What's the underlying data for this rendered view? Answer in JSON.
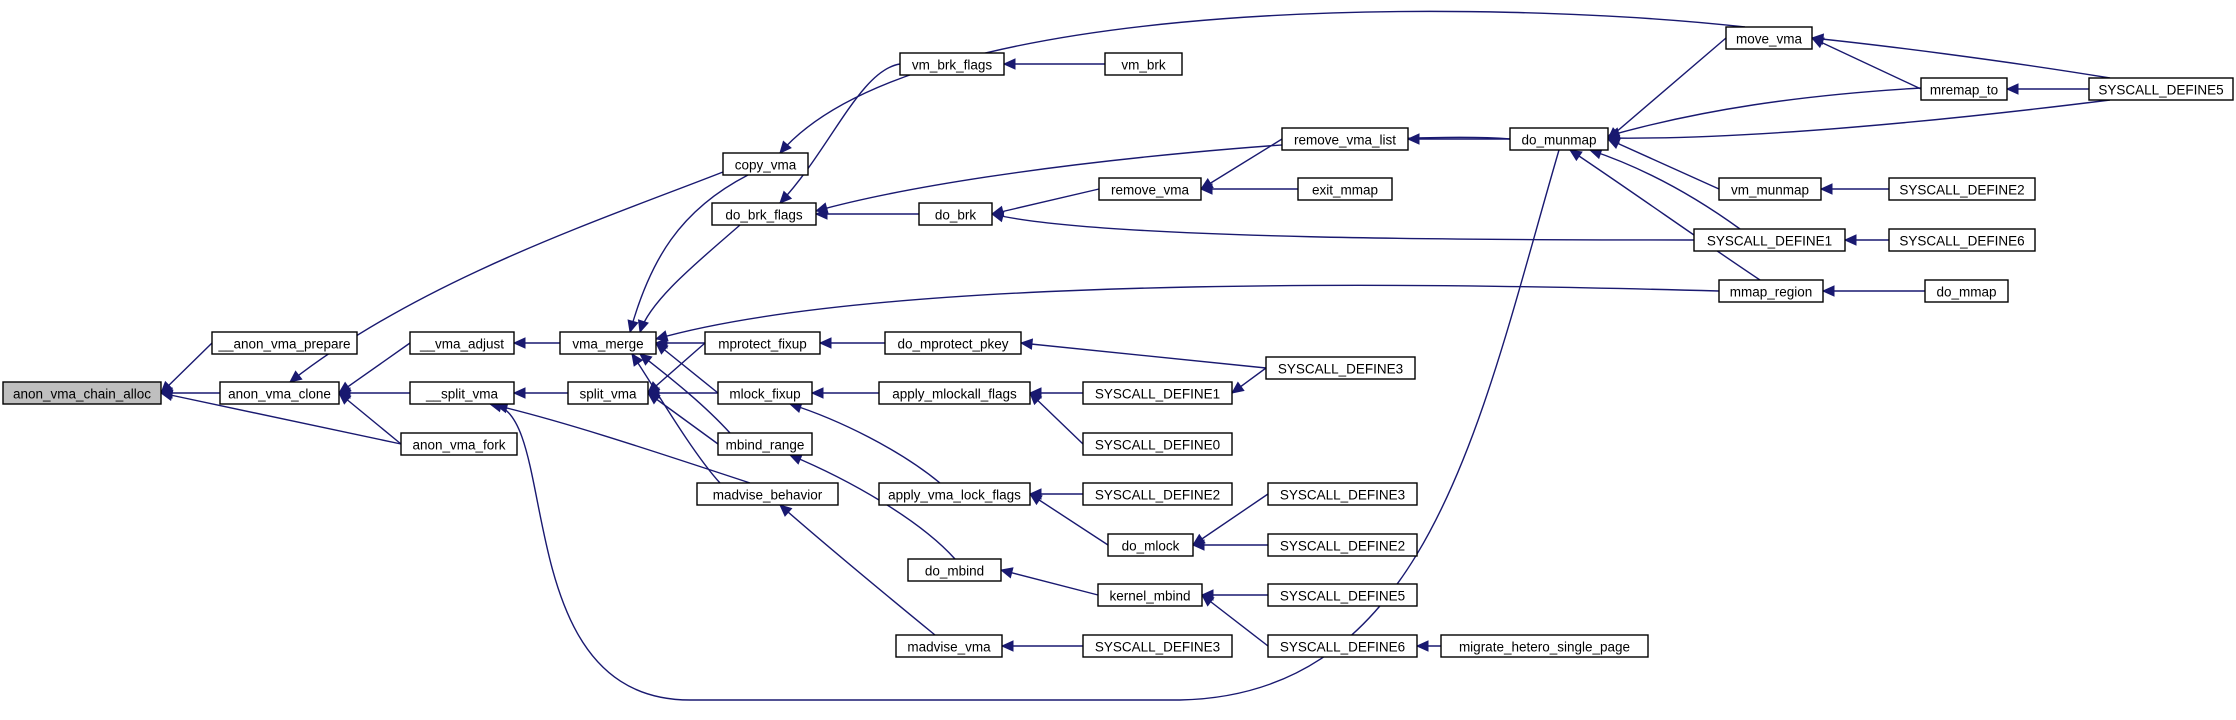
{
  "diagram": {
    "nodes": [
      {
        "id": "anon_vma_chain_alloc",
        "label": "anon_vma_chain_alloc",
        "root": true
      },
      {
        "id": "__anon_vma_prepare",
        "label": "__anon_vma_prepare"
      },
      {
        "id": "anon_vma_clone",
        "label": "anon_vma_clone"
      },
      {
        "id": "anon_vma_fork",
        "label": "anon_vma_fork"
      },
      {
        "id": "copy_vma",
        "label": "copy_vma"
      },
      {
        "id": "__vma_adjust",
        "label": "__vma_adjust"
      },
      {
        "id": "__split_vma",
        "label": "__split_vma"
      },
      {
        "id": "vma_merge",
        "label": "vma_merge"
      },
      {
        "id": "split_vma",
        "label": "split_vma"
      },
      {
        "id": "madvise_behavior",
        "label": "madvise_behavior"
      },
      {
        "id": "do_brk_flags",
        "label": "do_brk_flags"
      },
      {
        "id": "vm_brk_flags",
        "label": "vm_brk_flags"
      },
      {
        "id": "mprotect_fixup",
        "label": "mprotect_fixup"
      },
      {
        "id": "mlock_fixup",
        "label": "mlock_fixup"
      },
      {
        "id": "mbind_range",
        "label": "mbind_range"
      },
      {
        "id": "vm_brk",
        "label": "vm_brk"
      },
      {
        "id": "do_brk",
        "label": "do_brk"
      },
      {
        "id": "do_mprotect_pkey",
        "label": "do_mprotect_pkey"
      },
      {
        "id": "apply_mlockall_flags",
        "label": "apply_mlockall_flags"
      },
      {
        "id": "apply_vma_lock_flags",
        "label": "apply_vma_lock_flags"
      },
      {
        "id": "do_mbind",
        "label": "do_mbind"
      },
      {
        "id": "madvise_vma",
        "label": "madvise_vma"
      },
      {
        "id": "remove_vma",
        "label": "remove_vma"
      },
      {
        "id": "do_mlock",
        "label": "do_mlock"
      },
      {
        "id": "kernel_mbind",
        "label": "kernel_mbind"
      },
      {
        "id": "remove_vma_list",
        "label": "remove_vma_list"
      },
      {
        "id": "exit_mmap",
        "label": "exit_mmap"
      },
      {
        "id": "SYSCALL_DEFINE1_a",
        "label": "SYSCALL_DEFINE1"
      },
      {
        "id": "SYSCALL_DEFINE0",
        "label": "SYSCALL_DEFINE0"
      },
      {
        "id": "SYSCALL_DEFINE2_a",
        "label": "SYSCALL_DEFINE2"
      },
      {
        "id": "SYSCALL_DEFINE3_a",
        "label": "SYSCALL_DEFINE3"
      },
      {
        "id": "SYSCALL_DEFINE3_b",
        "label": "SYSCALL_DEFINE3"
      },
      {
        "id": "SYSCALL_DEFINE2_b",
        "label": "SYSCALL_DEFINE2"
      },
      {
        "id": "SYSCALL_DEFINE5_a",
        "label": "SYSCALL_DEFINE5"
      },
      {
        "id": "SYSCALL_DEFINE6_a",
        "label": "SYSCALL_DEFINE6"
      },
      {
        "id": "SYSCALL_DEFINE3_c",
        "label": "SYSCALL_DEFINE3"
      },
      {
        "id": "do_munmap",
        "label": "do_munmap"
      },
      {
        "id": "move_vma",
        "label": "move_vma"
      },
      {
        "id": "mremap_to",
        "label": "mremap_to"
      },
      {
        "id": "vm_munmap",
        "label": "vm_munmap"
      },
      {
        "id": "SYSCALL_DEFINE1_b",
        "label": "SYSCALL_DEFINE1"
      },
      {
        "id": "mmap_region",
        "label": "mmap_region"
      },
      {
        "id": "migrate_hetero_single_page",
        "label": "migrate_hetero_single_page"
      },
      {
        "id": "SYSCALL_DEFINE5_b",
        "label": "SYSCALL_DEFINE5"
      },
      {
        "id": "SYSCALL_DEFINE2_c",
        "label": "SYSCALL_DEFINE2"
      },
      {
        "id": "SYSCALL_DEFINE6_b",
        "label": "SYSCALL_DEFINE6"
      },
      {
        "id": "do_mmap",
        "label": "do_mmap"
      }
    ],
    "edges": [
      [
        "__anon_vma_prepare",
        "anon_vma_chain_alloc"
      ],
      [
        "anon_vma_clone",
        "anon_vma_chain_alloc"
      ],
      [
        "anon_vma_fork",
        "anon_vma_chain_alloc"
      ],
      [
        "copy_vma",
        "anon_vma_clone"
      ],
      [
        "__vma_adjust",
        "anon_vma_clone"
      ],
      [
        "__split_vma",
        "anon_vma_clone"
      ],
      [
        "anon_vma_fork",
        "anon_vma_clone"
      ],
      [
        "vma_merge",
        "__vma_adjust"
      ],
      [
        "split_vma",
        "__split_vma"
      ],
      [
        "madvise_behavior",
        "__split_vma"
      ],
      [
        "do_munmap",
        "__split_vma"
      ],
      [
        "move_vma",
        "copy_vma"
      ],
      [
        "copy_vma",
        "vma_merge"
      ],
      [
        "do_brk_flags",
        "vma_merge"
      ],
      [
        "mprotect_fixup",
        "vma_merge"
      ],
      [
        "mlock_fixup",
        "vma_merge"
      ],
      [
        "mbind_range",
        "vma_merge"
      ],
      [
        "madvise_behavior",
        "vma_merge"
      ],
      [
        "mmap_region",
        "vma_merge"
      ],
      [
        "mprotect_fixup",
        "split_vma"
      ],
      [
        "mlock_fixup",
        "split_vma"
      ],
      [
        "mbind_range",
        "split_vma"
      ],
      [
        "vm_brk_flags",
        "do_brk_flags"
      ],
      [
        "do_brk",
        "do_brk_flags"
      ],
      [
        "vm_brk",
        "vm_brk_flags"
      ],
      [
        "do_munmap",
        "do_brk_flags"
      ],
      [
        "do_mprotect_pkey",
        "mprotect_fixup"
      ],
      [
        "apply_mlockall_flags",
        "mlock_fixup"
      ],
      [
        "apply_vma_lock_flags",
        "mlock_fixup"
      ],
      [
        "do_mbind",
        "mbind_range"
      ],
      [
        "madvise_vma",
        "madvise_behavior"
      ],
      [
        "remove_vma",
        "do_brk"
      ],
      [
        "SYSCALL_DEFINE1_b",
        "do_brk"
      ],
      [
        "SYSCALL_DEFINE3_c",
        "do_mprotect_pkey"
      ],
      [
        "SYSCALL_DEFINE1_a",
        "apply_mlockall_flags"
      ],
      [
        "SYSCALL_DEFINE0",
        "apply_mlockall_flags"
      ],
      [
        "SYSCALL_DEFINE2_a",
        "apply_vma_lock_flags"
      ],
      [
        "do_mlock",
        "apply_vma_lock_flags"
      ],
      [
        "kernel_mbind",
        "do_mbind"
      ],
      [
        "SYSCALL_DEFINE3_b",
        "madvise_vma"
      ],
      [
        "remove_vma_list",
        "remove_vma"
      ],
      [
        "exit_mmap",
        "remove_vma"
      ],
      [
        "SYSCALL_DEFINE3_a",
        "do_mlock"
      ],
      [
        "SYSCALL_DEFINE2_b",
        "do_mlock"
      ],
      [
        "SYSCALL_DEFINE5_a",
        "kernel_mbind"
      ],
      [
        "SYSCALL_DEFINE6_a",
        "kernel_mbind"
      ],
      [
        "do_munmap",
        "remove_vma_list"
      ],
      [
        "SYSCALL_DEFINE3_c",
        "SYSCALL_DEFINE1_a"
      ],
      [
        "migrate_hetero_single_page",
        "SYSCALL_DEFINE6_a"
      ],
      [
        "move_vma",
        "do_munmap"
      ],
      [
        "mremap_to",
        "do_munmap"
      ],
      [
        "SYSCALL_DEFINE5_b",
        "do_munmap"
      ],
      [
        "vm_munmap",
        "do_munmap"
      ],
      [
        "SYSCALL_DEFINE1_b",
        "do_munmap"
      ],
      [
        "mmap_region",
        "do_munmap"
      ],
      [
        "mremap_to",
        "move_vma"
      ],
      [
        "SYSCALL_DEFINE5_b",
        "move_vma"
      ],
      [
        "SYSCALL_DEFINE5_b",
        "mremap_to"
      ],
      [
        "SYSCALL_DEFINE2_c",
        "vm_munmap"
      ],
      [
        "SYSCALL_DEFINE6_b",
        "SYSCALL_DEFINE1_b"
      ],
      [
        "do_mmap",
        "mmap_region"
      ]
    ]
  }
}
